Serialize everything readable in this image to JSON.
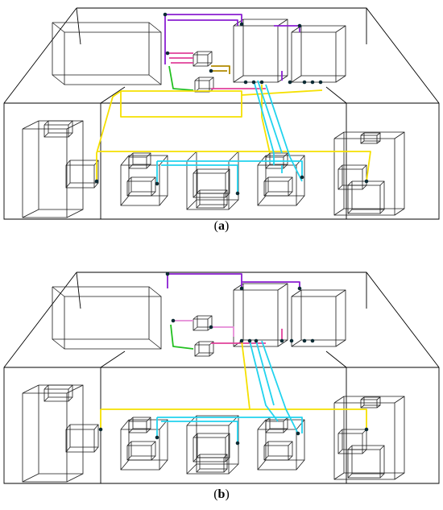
{
  "figure": {
    "panels": [
      {
        "id": "a",
        "label_open": "(",
        "label_letter": "a",
        "label_close": ")"
      },
      {
        "id": "b",
        "label_open": "(",
        "label_letter": "b",
        "label_close": ")"
      }
    ]
  },
  "colors": {
    "wireframe": "#1a1a1a",
    "pipe_yellow": "#f5e000",
    "pipe_cyan": "#22d3ee",
    "pipe_purple": "#8a1fd1",
    "pipe_magenta": "#e0409a",
    "pipe_green": "#22c020",
    "pipe_olive": "#b08a00",
    "pipe_pink": "#e58ad6",
    "node": "#0a2a33"
  }
}
